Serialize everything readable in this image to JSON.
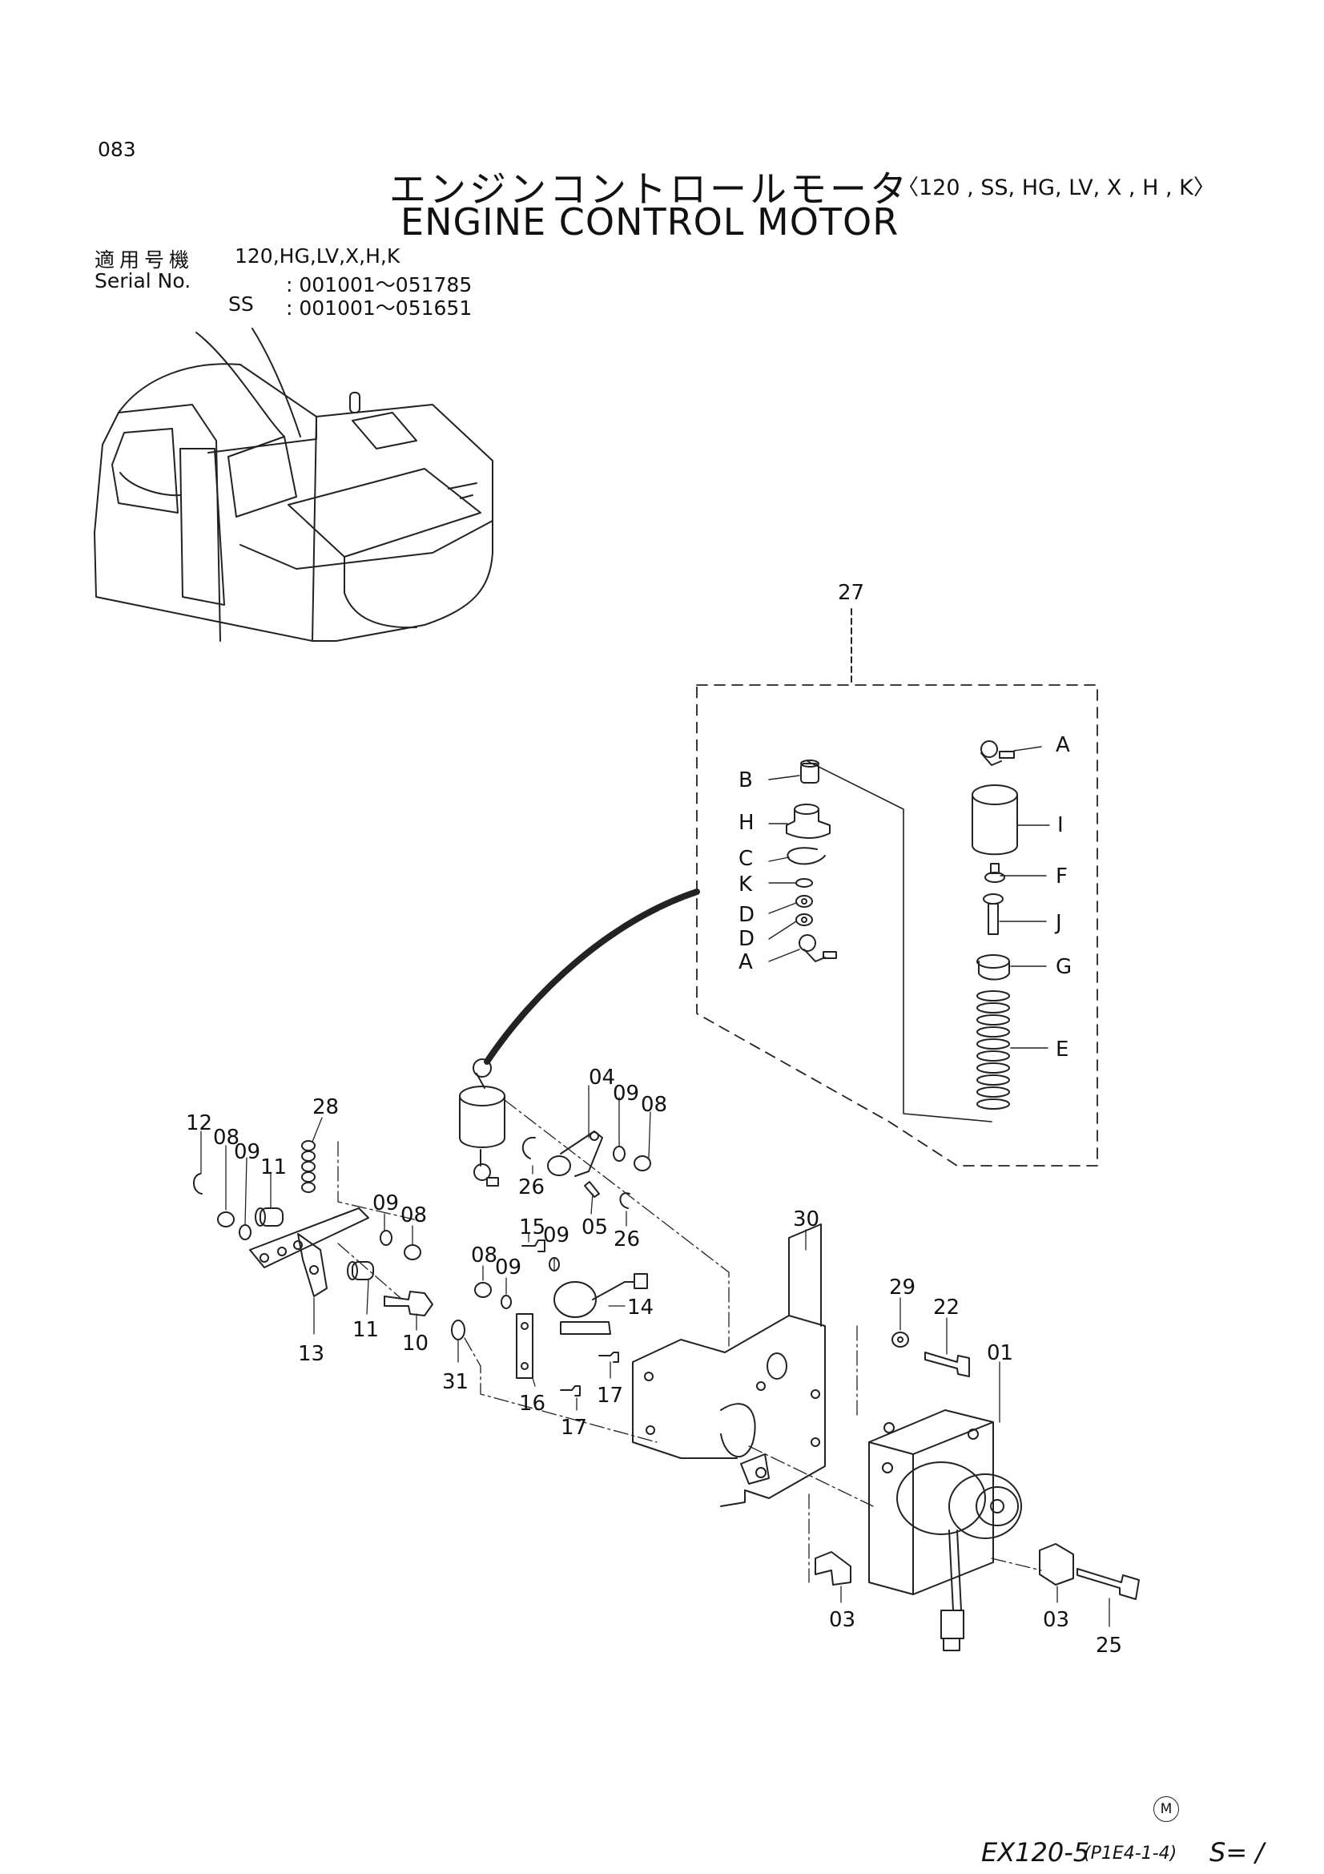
{
  "header": {
    "page_number": "083",
    "title_jp": "エンジンコントロールモータ",
    "title_variants": "〈120 , SS, HG, LV, X , H , K〉",
    "title_en": "ENGINE CONTROL MOTOR"
  },
  "serial_info": {
    "applicable_label": "適用号機",
    "applicable_models": "120,HG,LV,X,H,K",
    "serial_label": "Serial No.",
    "serial_range": ": 001001～051785",
    "ss_label": "SS",
    "ss_range": ": 001001～051651"
  },
  "callouts": {
    "main": [
      "01",
      "03",
      "03",
      "04",
      "05",
      "08",
      "08",
      "08",
      "08",
      "09",
      "09",
      "09",
      "09",
      "09",
      "10",
      "11",
      "11",
      "12",
      "13",
      "14",
      "15",
      "16",
      "17",
      "17",
      "22",
      "25",
      "26",
      "26",
      "27",
      "28",
      "29",
      "30",
      "31"
    ],
    "kit_27": [
      "A",
      "A",
      "B",
      "C",
      "D",
      "D",
      "E",
      "F",
      "G",
      "H",
      "I",
      "J",
      "K"
    ]
  },
  "footer": {
    "circle_mark": "M",
    "model": "EX120-5",
    "ref": "(P1E4-1-4)",
    "sheet": "S= /"
  }
}
